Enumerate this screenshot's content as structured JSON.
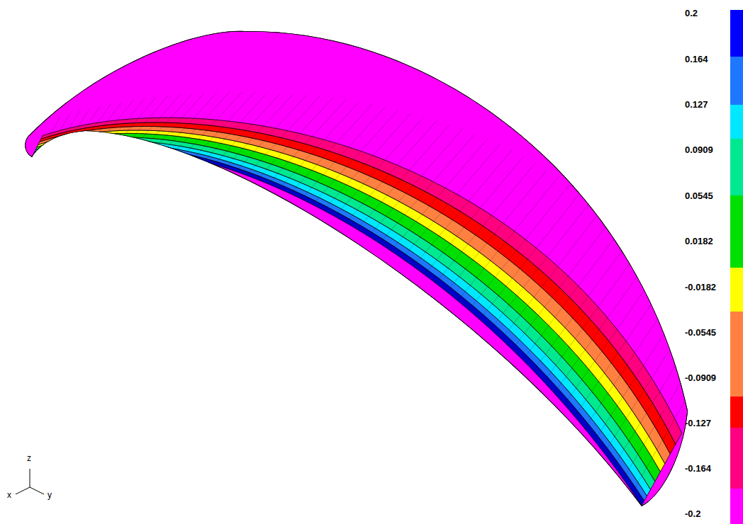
{
  "diagram": {
    "labels": [
      "0.2",
      "0.164",
      "0.127",
      "0.0909",
      "0.0545",
      "0.0182",
      "-0.0182",
      "-0.0545",
      "-0.0909",
      "-0.127",
      "-0.164",
      "-0.2",
      "z",
      "x",
      "y"
    ]
  }
}
